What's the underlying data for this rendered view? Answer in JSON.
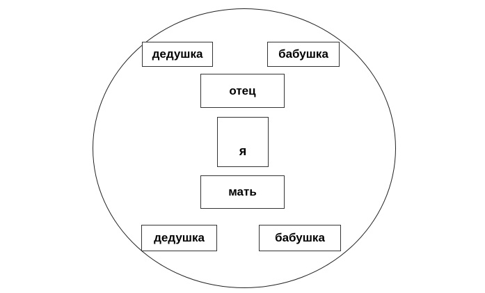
{
  "family": {
    "paternal_grandfather": "дедушка",
    "paternal_grandmother": "бабушка",
    "father": "отец",
    "self": "я",
    "mother": "мать",
    "maternal_grandfather": "дедушка",
    "maternal_grandmother": "бабушка"
  }
}
